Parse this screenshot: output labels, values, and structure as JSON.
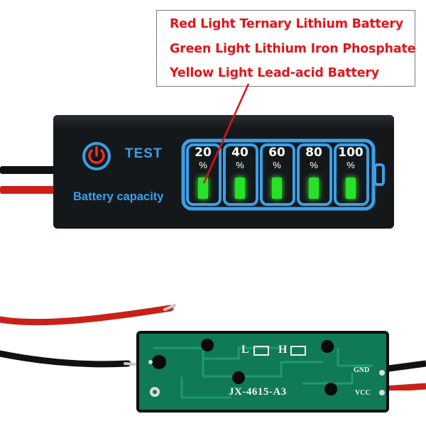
{
  "callout": {
    "line1": "Red Light Ternary Lithium Battery",
    "line2": "Green Light Lithium Iron Phosphate",
    "line3": "Yellow Light Lead-acid Battery"
  },
  "module": {
    "test_label": "TEST",
    "capacity_label": "Battery capacity",
    "segments": [
      {
        "pct": "20",
        "sign": "%"
      },
      {
        "pct": "40",
        "sign": "%"
      },
      {
        "pct": "60",
        "sign": "%"
      },
      {
        "pct": "80",
        "sign": "%"
      },
      {
        "pct": "100",
        "sign": "%"
      }
    ],
    "led_color": "#27e227",
    "accent_color": "#3aa0e8",
    "power_ring_color": "#e8322a"
  },
  "pcb": {
    "model": "JX-4615-A3",
    "l_label": "L",
    "h_label": "H",
    "gnd_label": "GND",
    "vcc_label": "VCC"
  }
}
